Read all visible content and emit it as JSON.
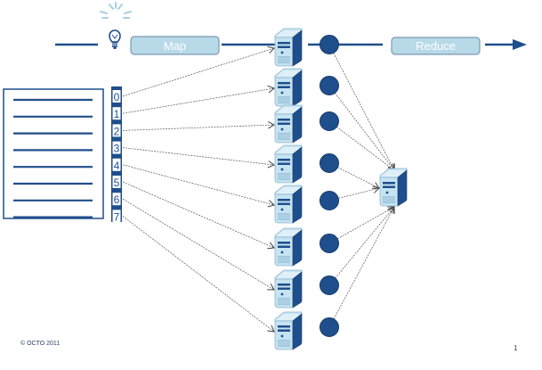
{
  "slide": {
    "copyright": "© OCTO  2011",
    "page_number": "1"
  },
  "diagram": {
    "title_icon": "lightbulb-icon",
    "stages": [
      {
        "id": "map",
        "label": "Map"
      },
      {
        "id": "reduce",
        "label": "Reduce"
      }
    ],
    "input_document": {
      "icon": "document-icon",
      "line_count": 8
    },
    "partitions": [
      "0",
      "1",
      "2",
      "3",
      "4",
      "5",
      "6",
      "7"
    ],
    "mappers": [
      {
        "id": "mapper-0",
        "icon": "server-icon",
        "input_partition": "0"
      },
      {
        "id": "mapper-1",
        "icon": "server-icon",
        "input_partition": "1"
      },
      {
        "id": "mapper-2",
        "icon": "server-icon",
        "input_partition": "2"
      },
      {
        "id": "mapper-3",
        "icon": "server-icon",
        "input_partition": "3"
      },
      {
        "id": "mapper-4",
        "icon": "server-icon",
        "input_partition": "4"
      },
      {
        "id": "mapper-5",
        "icon": "server-icon",
        "input_partition": "5"
      },
      {
        "id": "mapper-6",
        "icon": "server-icon",
        "input_partition": "6"
      },
      {
        "id": "mapper-7",
        "icon": "server-icon",
        "input_partition": "7"
      }
    ],
    "intermediate_results": 8,
    "reducer": {
      "id": "reducer",
      "icon": "server-icon"
    },
    "colors": {
      "primary": "#1f4e8c",
      "stage_box_fill": "#b8d9e8",
      "stage_box_border": "#7a9bb0",
      "server_light": "#c5e3f0",
      "server_dark": "#1f4e8c",
      "dashed_line": "#555555",
      "ray": "#a9cfe0"
    }
  }
}
